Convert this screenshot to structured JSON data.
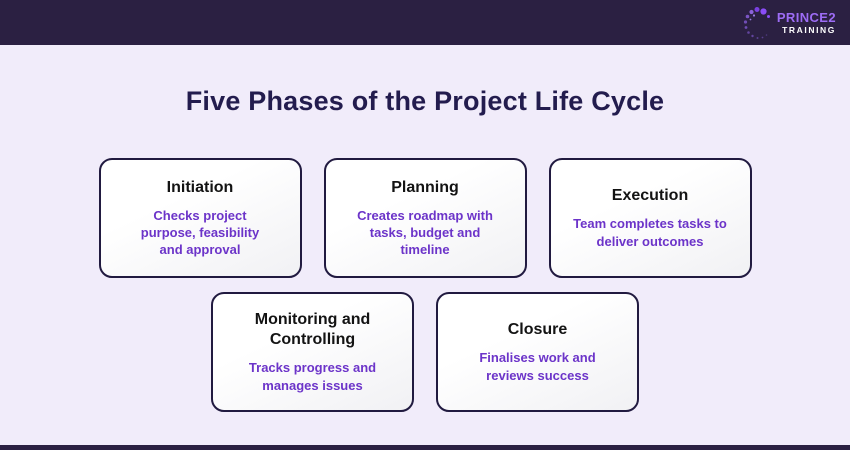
{
  "header": {
    "logo": {
      "brand": "PRINCE2",
      "sub": "TRAINING"
    }
  },
  "page": {
    "title": "Five Phases of the Project Life Cycle"
  },
  "cards": [
    {
      "title": "Initiation",
      "description": "Checks project purpose, feasibility and approval"
    },
    {
      "title": "Planning",
      "description": "Creates roadmap with tasks, budget and timeline"
    },
    {
      "title": "Execution",
      "description": "Team completes tasks to deliver outcomes"
    },
    {
      "title": "Monitoring and Controlling",
      "description": "Tracks progress and manages issues"
    },
    {
      "title": "Closure",
      "description": "Finalises work and reviews success"
    }
  ],
  "colors": {
    "header_bg": "#2B2042",
    "page_bg": "#F1ECFA",
    "title_text": "#231C4E",
    "card_border": "#211A40",
    "card_title_text": "#131313",
    "card_desc_text": "#6C34C9",
    "logo_brand_text": "#9D6CF5",
    "logo_sub_text": "#FFFFFF"
  }
}
